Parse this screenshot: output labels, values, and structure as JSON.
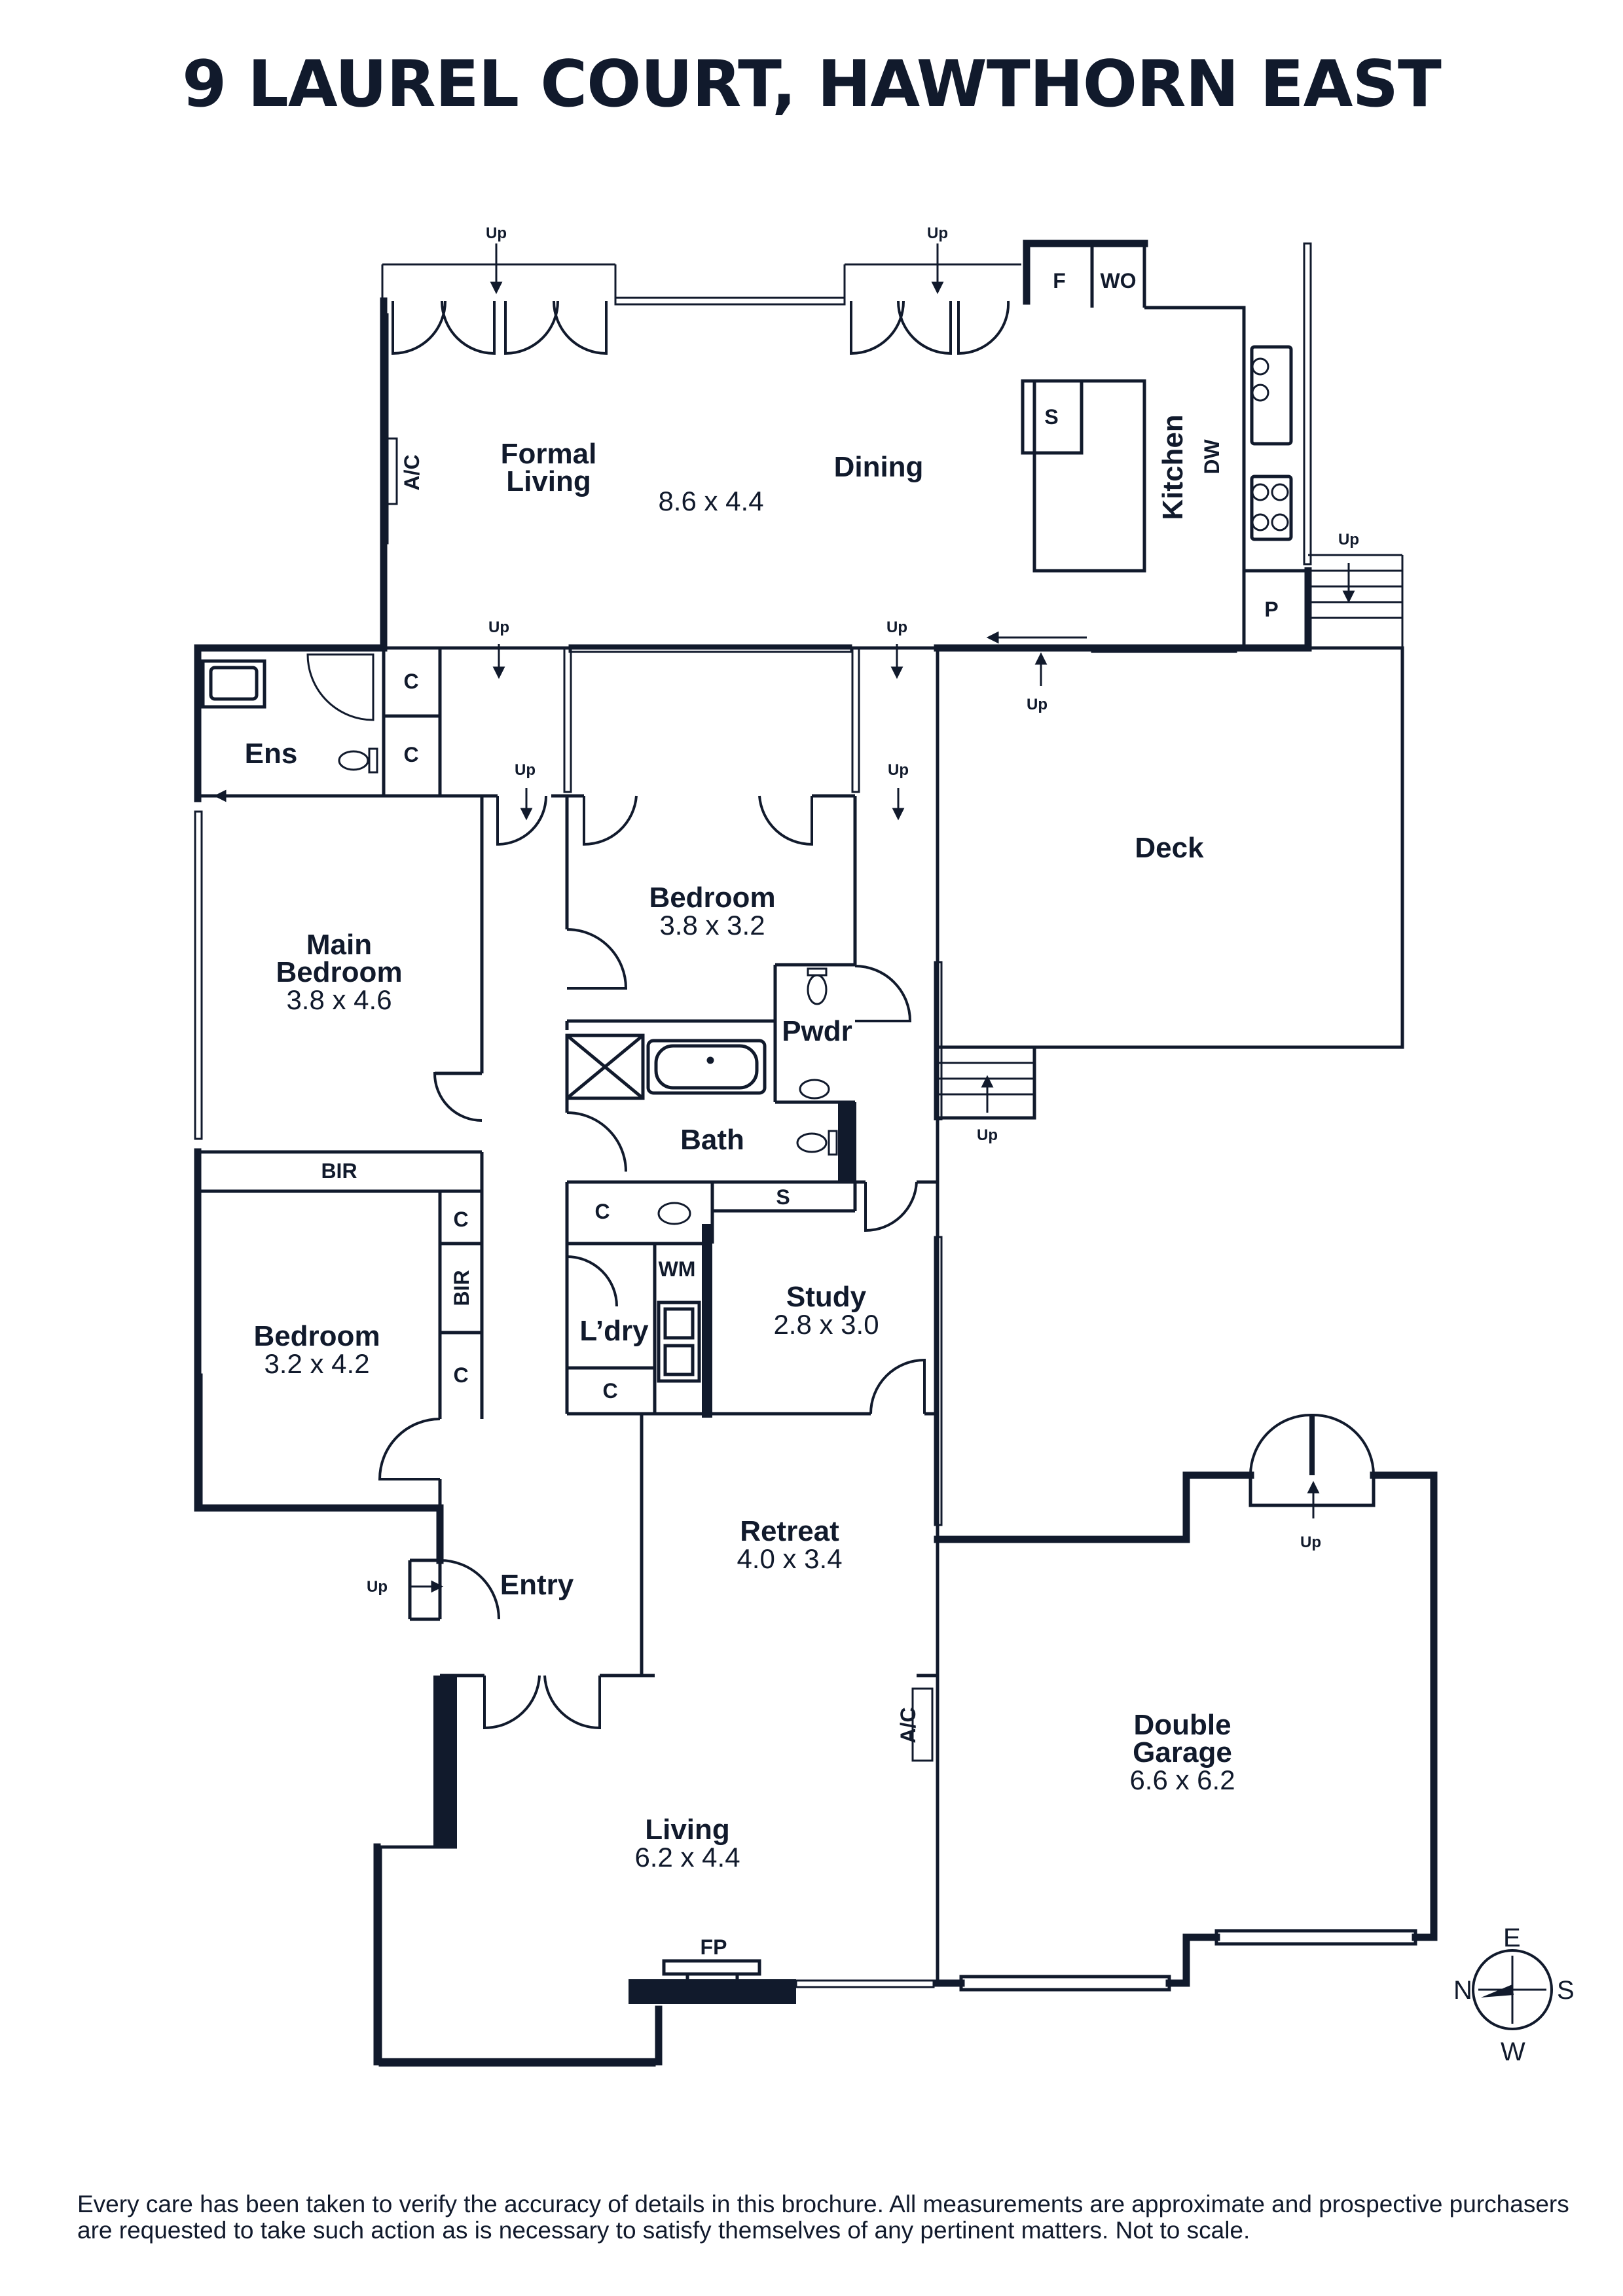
{
  "title": "9 LAUREL COURT, HAWTHORN EAST",
  "rooms": {
    "formal_living": {
      "line1": "Formal",
      "line2": "Living"
    },
    "dining": {
      "name": "Dining",
      "dims": "8.6 x 4.4"
    },
    "kitchen": {
      "name": "Kitchen"
    },
    "ensuite": {
      "name": "Ens"
    },
    "bedroom_centre": {
      "name": "Bedroom",
      "dims": "3.8 x 3.2"
    },
    "main_bedroom": {
      "line1": "Main",
      "line2": "Bedroom",
      "dims": "3.8 x 4.6"
    },
    "deck": {
      "name": "Deck"
    },
    "powder": {
      "name": "Pwdr"
    },
    "bath": {
      "name": "Bath"
    },
    "study": {
      "name": "Study",
      "dims": "2.8 x 3.0"
    },
    "bedroom_west": {
      "name": "Bedroom",
      "dims": "3.2 x 4.2"
    },
    "laundry": {
      "name": "L’dry"
    },
    "retreat": {
      "name": "Retreat",
      "dims": "4.0 x 3.4"
    },
    "entry": {
      "name": "Entry"
    },
    "living": {
      "name": "Living",
      "dims": "6.2 x 4.4"
    },
    "garage": {
      "line1": "Double",
      "line2": "Garage",
      "dims": "6.6 x 6.2"
    }
  },
  "fixtures": {
    "fridge": "F",
    "wall_oven": "WO",
    "sink": "S",
    "dishwasher": "DW",
    "pantry": "P",
    "aircon": "A/C",
    "cupboard": "C",
    "built_in_robe": "BIR",
    "washing_machine": "WM",
    "fireplace": "FP",
    "shelf": "S"
  },
  "step_label": "Up",
  "compass": {
    "north": "N",
    "east": "E",
    "south": "S",
    "west": "W"
  },
  "disclaimer": "Every care has been taken to verify the accuracy of details in this brochure. All measurements are approximate and prospective purchasers are requested to take such action as is necessary to satisfy themselves of any pertinent matters. Not to scale."
}
